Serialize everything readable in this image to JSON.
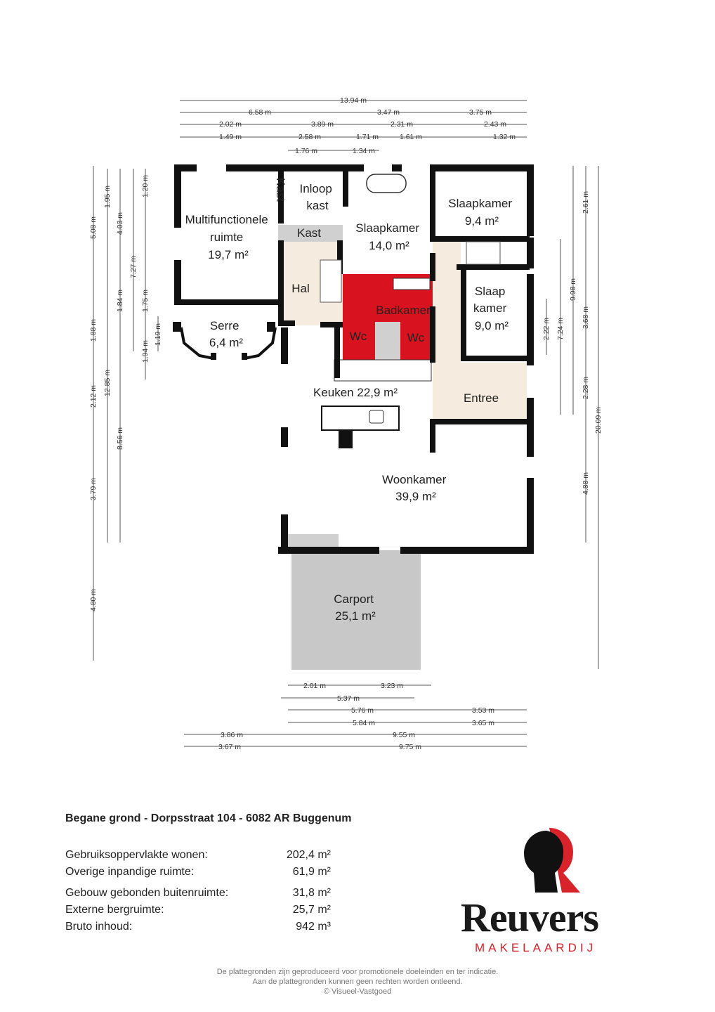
{
  "rooms": [
    {
      "lines": [
        "Multifunctionele",
        "ruimte",
        "19,7 m²"
      ]
    },
    {
      "lines": [
        "Inloop",
        "kast"
      ]
    },
    {
      "lines": [
        "Kast"
      ]
    },
    {
      "lines": [
        "Slaapkamer",
        "14,0 m²"
      ]
    },
    {
      "lines": [
        "Slaapkamer",
        "9,4 m²"
      ]
    },
    {
      "lines": [
        "Hal"
      ]
    },
    {
      "lines": [
        "Badkamer"
      ]
    },
    {
      "lines": [
        "Wc"
      ]
    },
    {
      "lines": [
        "Wc"
      ]
    },
    {
      "lines": [
        "Slaap",
        "kamer",
        "9,0 m²"
      ]
    },
    {
      "lines": [
        "Serre",
        "6,4 m²"
      ]
    },
    {
      "lines": [
        "Keuken  22,9 m²"
      ]
    },
    {
      "lines": [
        "Entree"
      ]
    },
    {
      "lines": [
        "Woonkamer",
        "39,9 m²"
      ]
    },
    {
      "lines": [
        "Carport",
        "25,1 m²"
      ]
    },
    {
      "lines": [
        "Kast"
      ]
    }
  ],
  "dimensions": {
    "top": [
      "13.94 m",
      "6.58 m",
      "3.47 m",
      "3.75 m",
      "2.02 m",
      "3.89 m",
      "2.31 m",
      "2.43 m",
      "1.49 m",
      "2.58 m",
      "1.71 m",
      "1.61 m",
      "1.32 m",
      "1.76 m",
      "1.34 m"
    ],
    "bottom": [
      "2.01 m",
      "3.23 m",
      "5.37 m",
      "5.76 m",
      "3.53 m",
      "5.84 m",
      "3.65 m",
      "3.86 m",
      "9.55 m",
      "3.67 m",
      "9.75 m"
    ],
    "left": [
      "5.08 m",
      "1.95 m",
      "4.03 m",
      "1.20 m",
      "7.27 m",
      "1.84 m",
      "1.75 m",
      "1.88 m",
      "1.94 m",
      "1.19 m",
      "12.85 m",
      "2.12 m",
      "8.56 m",
      "3.79 m",
      "4.80 m"
    ],
    "right": [
      "2.61 m",
      "9.98 m",
      "3.68 m",
      "7.24 m",
      "2.22 m",
      "2.28 m",
      "20.09 m",
      "4.88 m"
    ]
  },
  "info": {
    "title": "Begane grond - Dorpsstraat 104 - 6082 AR Buggenum",
    "stats": [
      {
        "label": "Gebruiksoppervlakte wonen:",
        "value": "202,4 m²"
      },
      {
        "label": "Overige inpandige ruimte:",
        "value": "61,9 m²"
      },
      {
        "label": "Gebouw gebonden buitenruimte:",
        "value": "31,8 m²"
      },
      {
        "label": "Externe bergruimte:",
        "value": "25,7 m²"
      },
      {
        "label": "Bruto inhoud:",
        "value": "942 m³"
      }
    ]
  },
  "brand": {
    "name": "Reuvers",
    "sub": "MAKELAARDIJ"
  },
  "disclaimer": [
    "De plattegronden zijn geproduceerd voor promotionele doeleinden en ter indicatie.",
    "Aan de plattegronden kunnen geen rechten worden ontleend.",
    "© Visueel-Vastgoed"
  ],
  "colors": {
    "wall": "#111111",
    "hall": "#f5ecdf",
    "wet": "#d8121f",
    "carport": "#c8c8c8",
    "grey": "#d0d0d0",
    "brand_red": "#d8232a"
  }
}
